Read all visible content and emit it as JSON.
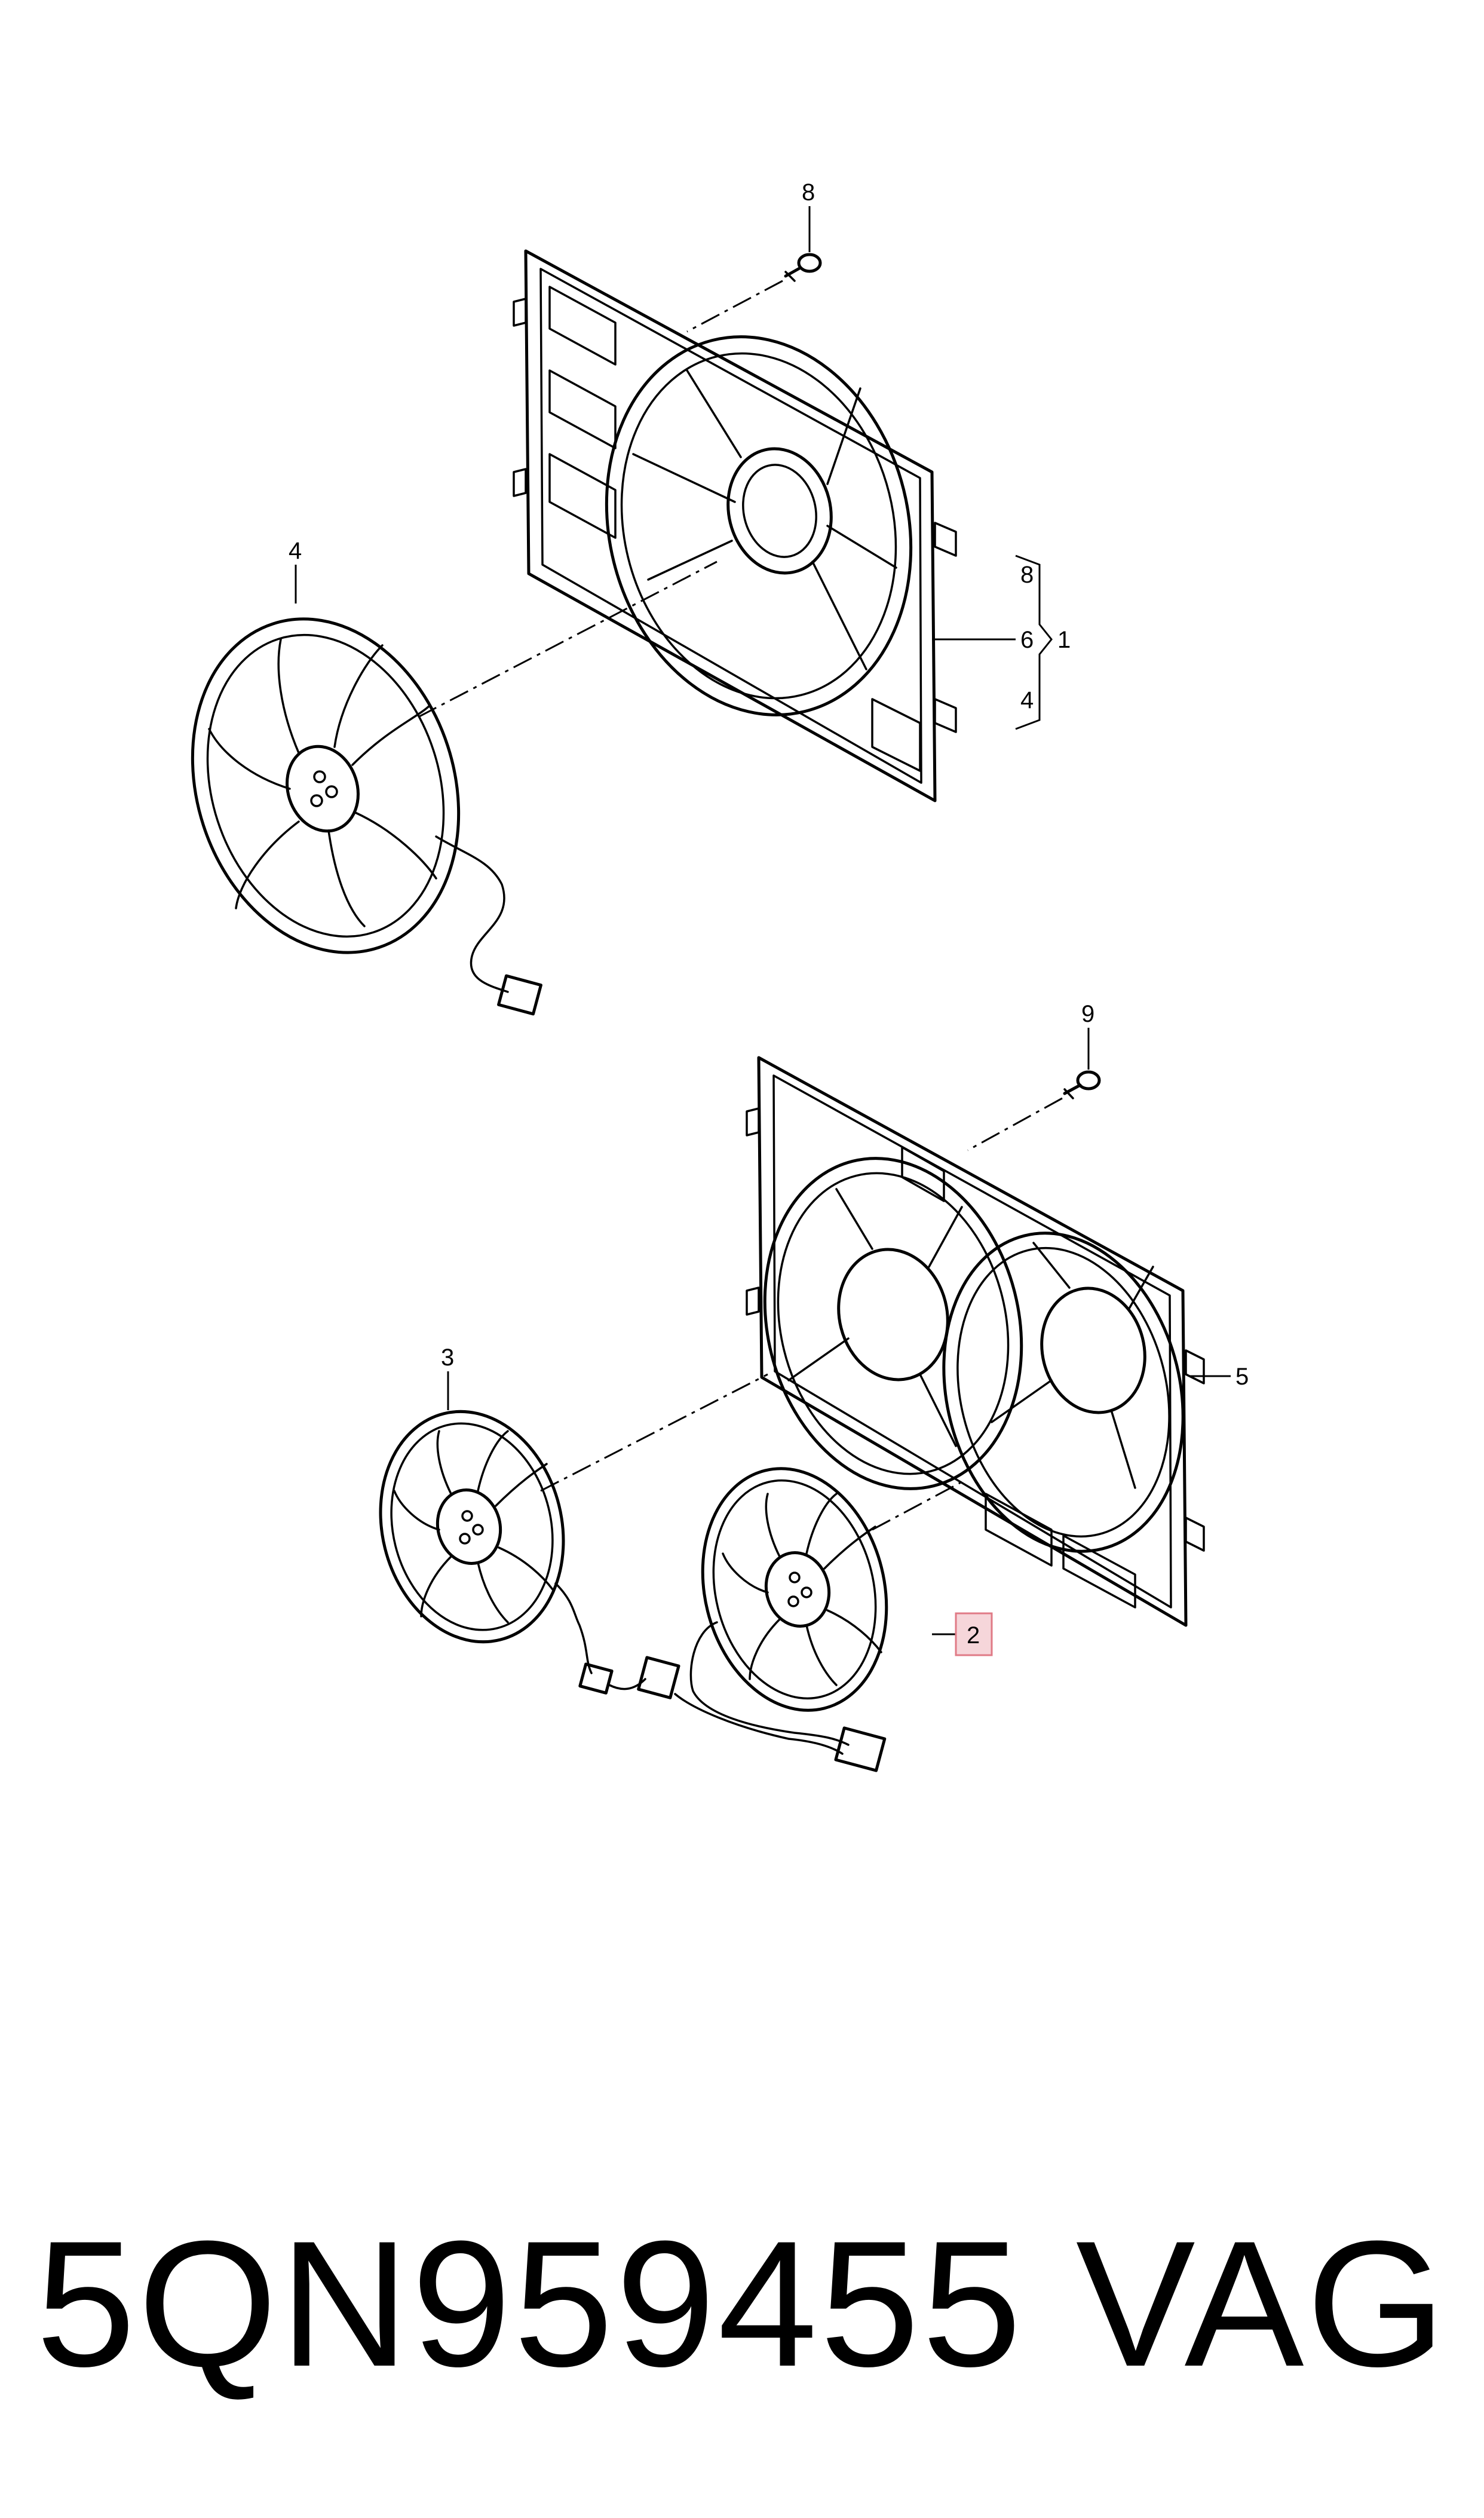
{
  "diagram": {
    "callouts": {
      "c1": "1",
      "c2": "2",
      "c3": "3",
      "c4_upper": "4",
      "c4_bracket": "4",
      "c5": "5",
      "c6": "6",
      "c8_screw": "8",
      "c8_bracket": "8",
      "c9": "9"
    },
    "highlighted_callout": "2",
    "highlight_color": "#f6d6da",
    "highlight_border": "#e07a86"
  },
  "footer": {
    "part_number": "5QN959455",
    "brand": "VAG"
  }
}
